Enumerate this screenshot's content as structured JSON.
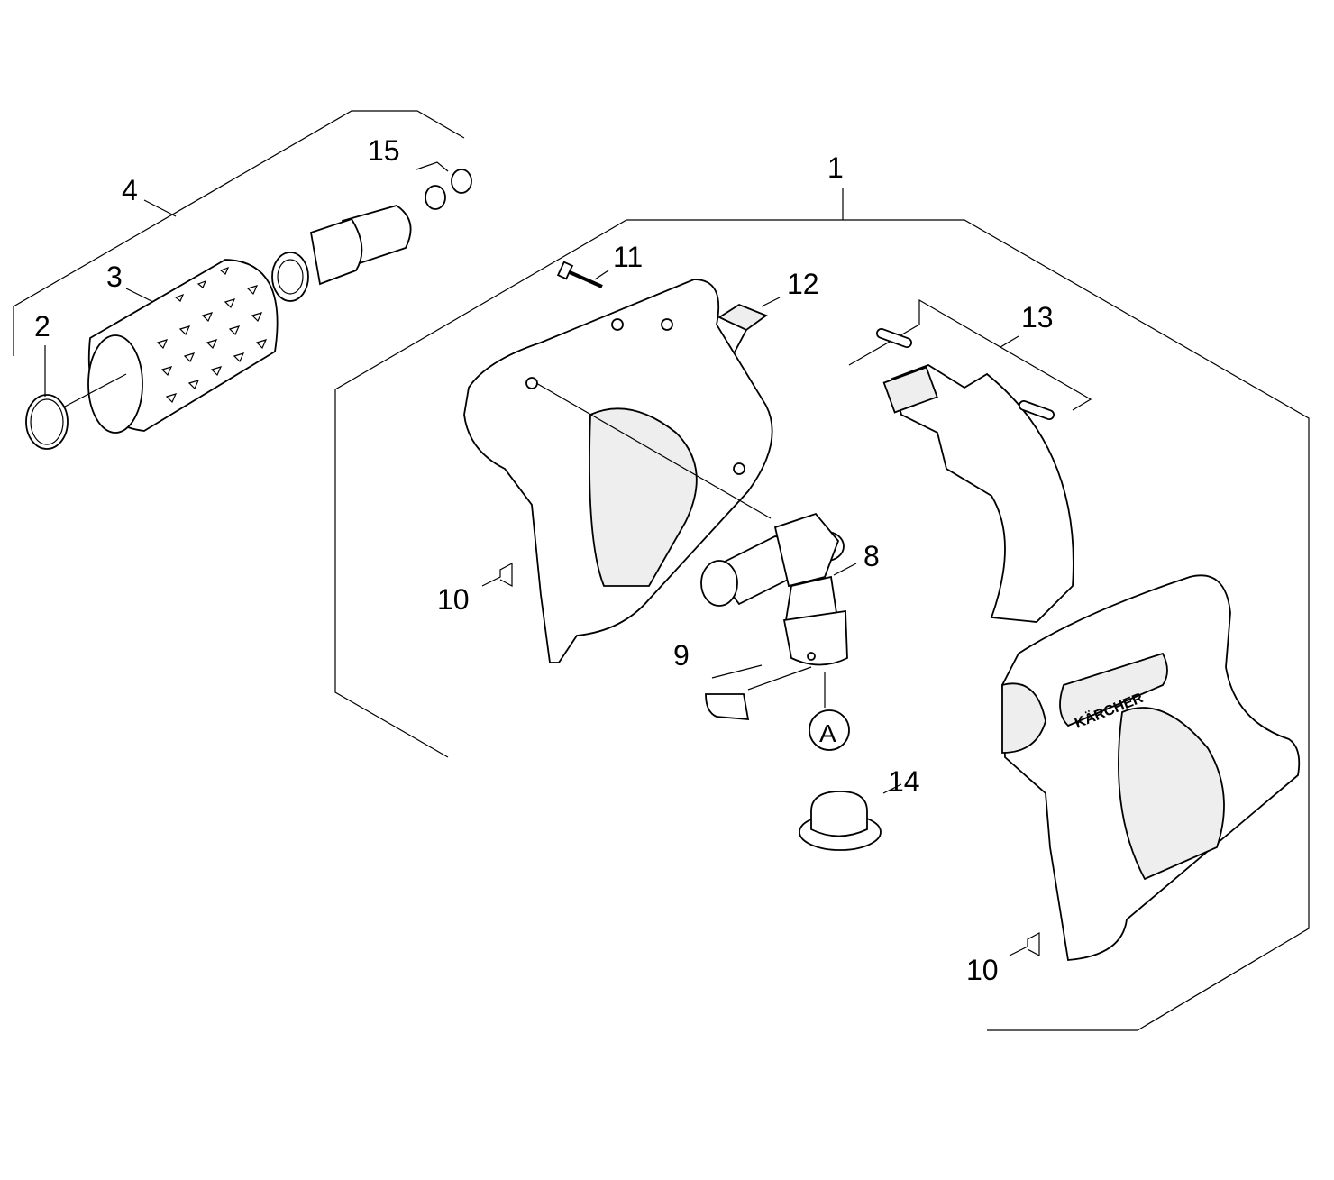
{
  "diagram": {
    "callouts": {
      "c1": "1",
      "c2": "2",
      "c3": "3",
      "c4": "4",
      "c8": "8",
      "c9": "9",
      "c10a": "10",
      "c10b": "10",
      "c11": "11",
      "c12": "12",
      "c13": "13",
      "c14": "14",
      "c15": "15",
      "cA": "A"
    },
    "logo_text": "KÄRCHER"
  }
}
